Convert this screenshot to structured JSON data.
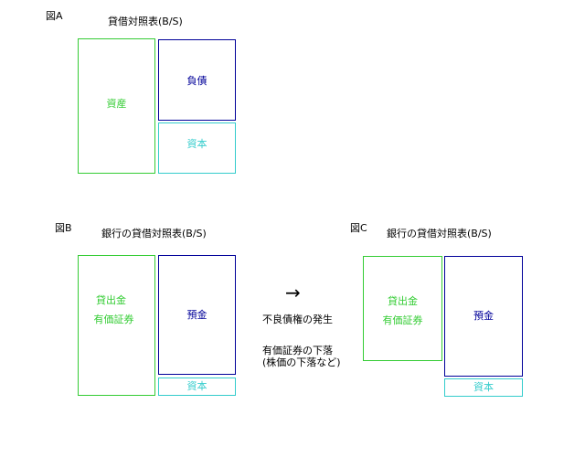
{
  "colors": {
    "asset": "#33cc33",
    "liability": "#000099",
    "capital": "#33cccc",
    "text": "#000000"
  },
  "figA": {
    "fig_label": "図A",
    "title": "貸借対照表(B/S)",
    "asset": "資産",
    "liability": "負債",
    "capital": "資本"
  },
  "figB": {
    "fig_label": "図B",
    "title": "銀行の貸借対照表(B/S)",
    "asset_line1": "貸出金",
    "asset_line2": "有価証券",
    "liability": "預金",
    "capital": "資本"
  },
  "middle": {
    "arrow": "→",
    "event1": "不良債権の発生",
    "event2_line1": "有価証券の下落",
    "event2_line2": "(株価の下落など)"
  },
  "figC": {
    "fig_label": "図C",
    "title": "銀行の貸借対照表(B/S)",
    "asset_line1": "貸出金",
    "asset_line2": "有価証券",
    "liability": "預金",
    "capital": "資本"
  }
}
